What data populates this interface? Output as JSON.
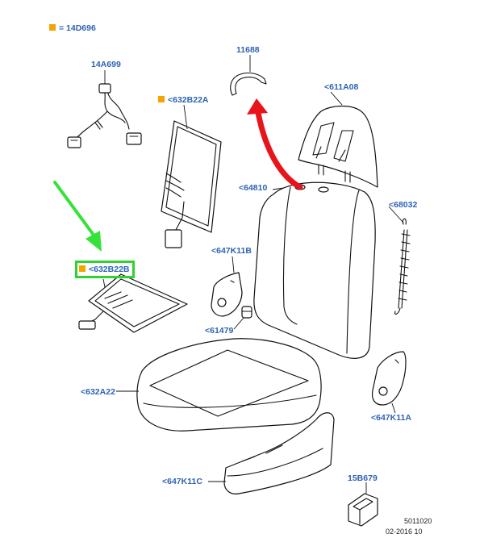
{
  "legend": {
    "marker_color": "#f5a300",
    "text": "= 14D696"
  },
  "labels": {
    "p14A699": "14A699",
    "p11688": "11688",
    "p632B22A": "<632B22A",
    "p611A08": "<611A08",
    "p64810": "<64810",
    "p68032": "<68032",
    "p647K11B": "<647K11B",
    "p632B22B": "<632B22B",
    "p61479": "<61479",
    "p632A22": "<632A22",
    "p647K11A": "<647K11A",
    "p647K11C": "<647K11C",
    "p15B679": "15B679"
  },
  "footer": {
    "code": "5011020",
    "date": "02-2016 10"
  },
  "colors": {
    "label": "#2e63b5",
    "highlight": "#2fd22f",
    "red_arrow": "#e8141b",
    "green_arrow": "#36e13a"
  }
}
